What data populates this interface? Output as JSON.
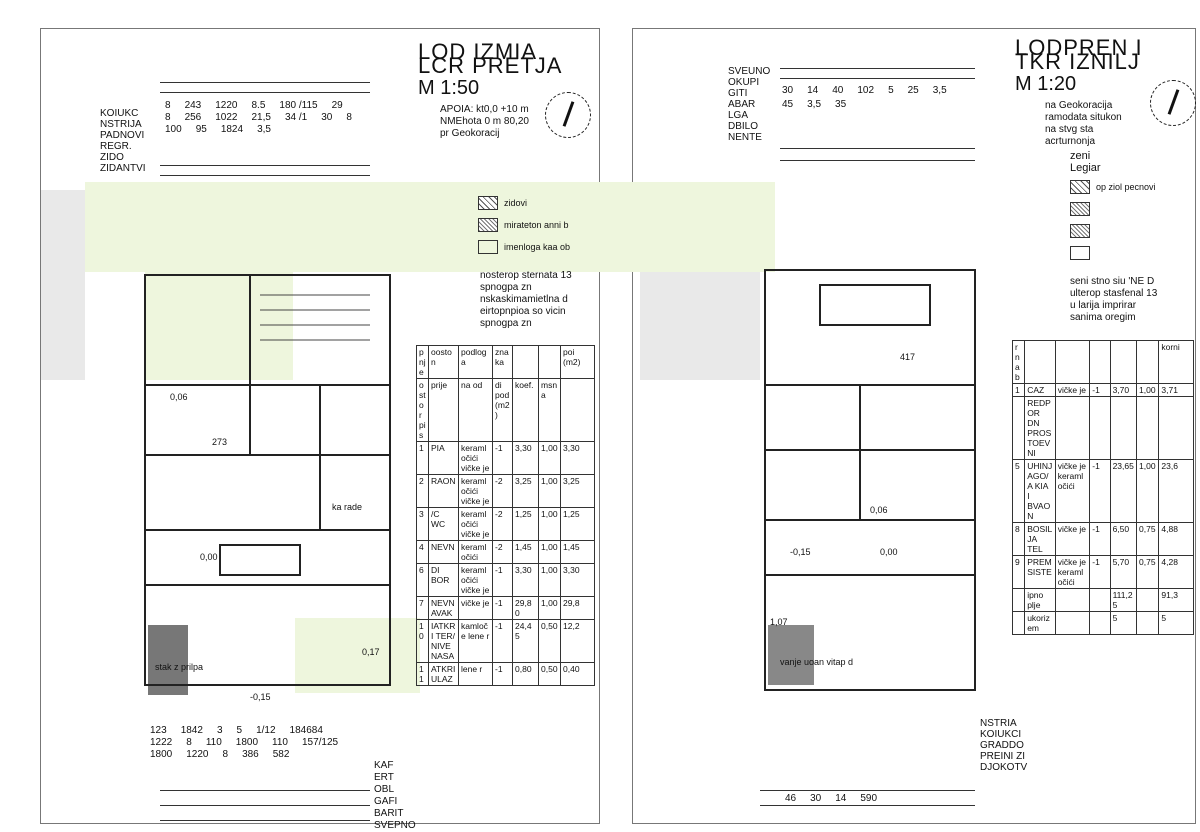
{
  "left_sheet": {
    "title": [
      "LOD IZMIA",
      "LCR PRETJA"
    ],
    "scale": "M 1:50",
    "notes": [
      "APOIA: kt0,0 +10 m",
      "NMEhota 0 m 80,20",
      "pr Geokoracij"
    ],
    "top_dims": [
      "8",
      "243",
      "1220",
      "8.5",
      "180 /115",
      "29",
      "8",
      "256",
      "1022",
      "21,5",
      "34 /1",
      "30",
      "8",
      "100",
      "95",
      "1824",
      "3,5"
    ],
    "top_labels": [
      "KOIUKC",
      "NSTRIJA",
      "PADNOVI",
      "REGR. ZIDO",
      "ZIDANTVI"
    ],
    "bottom_dims": [
      "123",
      "1842",
      "3",
      "5",
      "1/12",
      "184684",
      "1222",
      "8",
      "110",
      "1800",
      "110",
      "157/125",
      "1800",
      "1220",
      "8",
      "386",
      "582"
    ],
    "bottom_labels": [
      "KAF ERT",
      "OBL",
      "GAFI",
      "BARIT",
      "SVEPNO"
    ],
    "legend": [
      {
        "label": "zidovi",
        "pattern": "hatch"
      },
      {
        "label": "mirateton anni b",
        "pattern": "cross"
      },
      {
        "label": "imenloga kaa ob",
        "pattern": "plain"
      }
    ],
    "legend_notes": [
      "nosterop sternata 13",
      "spnogpa zn",
      "nskaskimamietlna d",
      "eirtopnpioa so vicin",
      "spnogpa zn"
    ],
    "table": {
      "header": [
        "pnje",
        "ooston",
        "podloga",
        "znaka",
        "",
        "",
        "poi (m2)"
      ],
      "subheader": [
        "ostorpis",
        "prije",
        "na od",
        "di pod (m2)",
        "koef.",
        "msna",
        ""
      ],
      "rows": [
        [
          "1",
          "PIA",
          "keramločići vičke je",
          "-1",
          "3,30",
          "1,00",
          "3,30"
        ],
        [
          "2",
          "RAON",
          "keramločići vičke je",
          "-2",
          "3,25",
          "1,00",
          "3,25"
        ],
        [
          "3",
          "/C WC",
          "keramločići vičke je",
          "-2",
          "1,25",
          "1,00",
          "1,25"
        ],
        [
          "4",
          "NEVN",
          "keramločići",
          "-2",
          "1,45",
          "1,00",
          "1,45"
        ],
        [
          "6",
          "DI BOR",
          "keramločići vičke je",
          "-1",
          "3,30",
          "1,00",
          "3,30"
        ],
        [
          "7",
          "NEVNAVAK",
          "vičke je",
          "-1",
          "29,80",
          "1,00",
          "29,8"
        ],
        [
          "10",
          "IATKRI TER/ NIVENASA",
          "kamloče lene r",
          "-1",
          "24,45",
          "0,50",
          "12,2"
        ],
        [
          "11",
          "ATKRI ULAZ",
          "lene r",
          "-1",
          "0,80",
          "0,50",
          "0,40"
        ]
      ]
    },
    "plan_labels": [
      "273",
      "0,06",
      "0,17",
      "0,00",
      "-0,15",
      "stak z prilpa",
      "ka rade"
    ]
  },
  "right_sheet": {
    "title": [
      "LODPREN I",
      "TKR IZNILJ"
    ],
    "scale": "M 1:20",
    "notes": [
      "na Geokoracija",
      "ramodata situkon",
      "na stvg sta",
      "acrturnonja"
    ],
    "legend_heading": [
      "zeni",
      "Legiar"
    ],
    "legend": [
      {
        "label": "op ziol pecnovi",
        "pattern": "hatch"
      },
      {
        "label": "",
        "pattern": "cross"
      },
      {
        "label": "",
        "pattern": "cross"
      },
      {
        "label": "",
        "pattern": "plain"
      }
    ],
    "legend_notes": [
      "seni stno siu 'NE D",
      "ulterop stasfenal 13",
      "u larija imprirar",
      "sanima oregim"
    ],
    "top_dims": [
      "30",
      "14",
      "40",
      "102",
      "5",
      "25",
      "3,5",
      "45",
      "3,5",
      "35"
    ],
    "top_labels": [
      "SVEUNO",
      "OKUPI",
      "GITI",
      "ABAR",
      "LGA",
      "DBILO",
      "NENTE"
    ],
    "bottom_dims": [
      "46",
      "30",
      "14",
      "590"
    ],
    "bottom_labels": [
      "NSTRIA",
      "KOIUKCI",
      "GRADDO",
      "PREINI ZI",
      "DJOKOTV"
    ],
    "table": {
      "header": [
        "rnab",
        "",
        "",
        "",
        "",
        "",
        "korni"
      ],
      "rows": [
        [
          "1",
          "CAZ",
          "vičke je",
          "-1",
          "3,70",
          "1,00",
          "3,71"
        ],
        [
          "",
          "REDPOR DN PROSTOEVNI",
          "",
          "",
          "",
          "",
          ""
        ],
        [
          "5",
          "UHINJAGO/A KIA I BVAON",
          "vičke je keramločići",
          "-1",
          "23,65",
          "1,00",
          "23,6"
        ],
        [
          "8",
          "BOSILJA TEL",
          "vičke je",
          "-1",
          "6,50",
          "0,75",
          "4,88"
        ],
        [
          "9",
          "PREM SISTE",
          "vičke je keramločići",
          "-1",
          "5,70",
          "0,75",
          "4,28"
        ],
        [
          "",
          "ipno plje",
          "",
          "",
          "111,25",
          "",
          "91,3"
        ],
        [
          "",
          "ukorizem",
          "",
          "",
          "5",
          "",
          "5"
        ]
      ]
    },
    "plan_labels": [
      "417",
      "0,06",
      "-0,15",
      "1,07",
      "0,00",
      "vanje uoan vitap d"
    ]
  },
  "colors": {
    "highlight": "#eef6dd",
    "gray": "#e9e9e9",
    "line": "#333333"
  }
}
